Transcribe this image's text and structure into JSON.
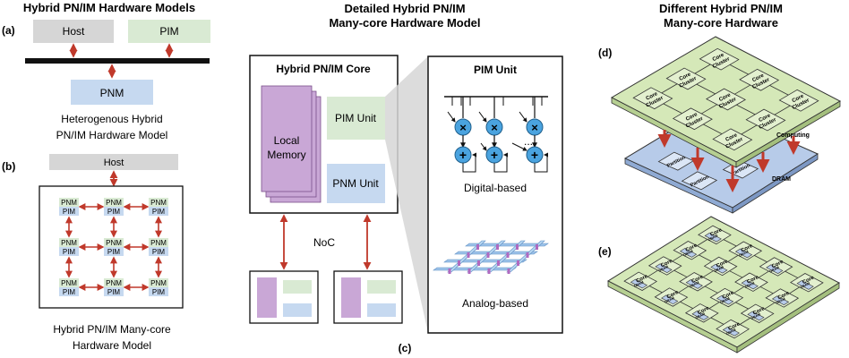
{
  "left": {
    "title": "Hybrid PN/IM Hardware Models",
    "panel_a": {
      "label": "(a)",
      "host": "Host",
      "pim": "PIM",
      "pnm": "PNM",
      "caption_1": "Heterogenous Hybrid",
      "caption_2": "PN/IM Hardware Model"
    },
    "panel_b": {
      "label": "(b)",
      "host": "Host",
      "node_pnm": "PNM",
      "node_pim": "PIM",
      "caption_1": "Hybrid PN/IM Many-core",
      "caption_2": "Hardware Model"
    }
  },
  "middle": {
    "title_1": "Detailed Hybrid PN/IM",
    "title_2": "Many-core Hardware Model",
    "core_title": "Hybrid PN/IM Core",
    "local_memory_1": "Local",
    "local_memory_2": "Memory",
    "pim_unit": "PIM Unit",
    "pnm_unit": "PNM Unit",
    "noc": "NoC",
    "pim_detail_title": "PIM Unit",
    "ellipsis": "...",
    "digital": "Digital-based",
    "analog": "Analog-based",
    "label_c": "(c)"
  },
  "right": {
    "title_1": "Different Hybrid PN/IM",
    "title_2": "Many-core Hardware",
    "label_d": "(d)",
    "label_e": "(e)",
    "core_cluster_1": "Core",
    "core_cluster_2": "Cluster",
    "computing": "Computing",
    "partition": "Partition",
    "dram": "DRAM",
    "core": "Core",
    "dram_small": "DRAM"
  },
  "colors": {
    "host_gray": "#d6d6d6",
    "pim_green": "#d9ead3",
    "pnm_blue": "#c6d9f0",
    "memory_purple": "#c9a7d6",
    "arrow_red": "#c0392b",
    "cross_blue": "#4aa3df",
    "plate_green": "#d5e8b8",
    "plate_blue": "#b7cbe9"
  }
}
